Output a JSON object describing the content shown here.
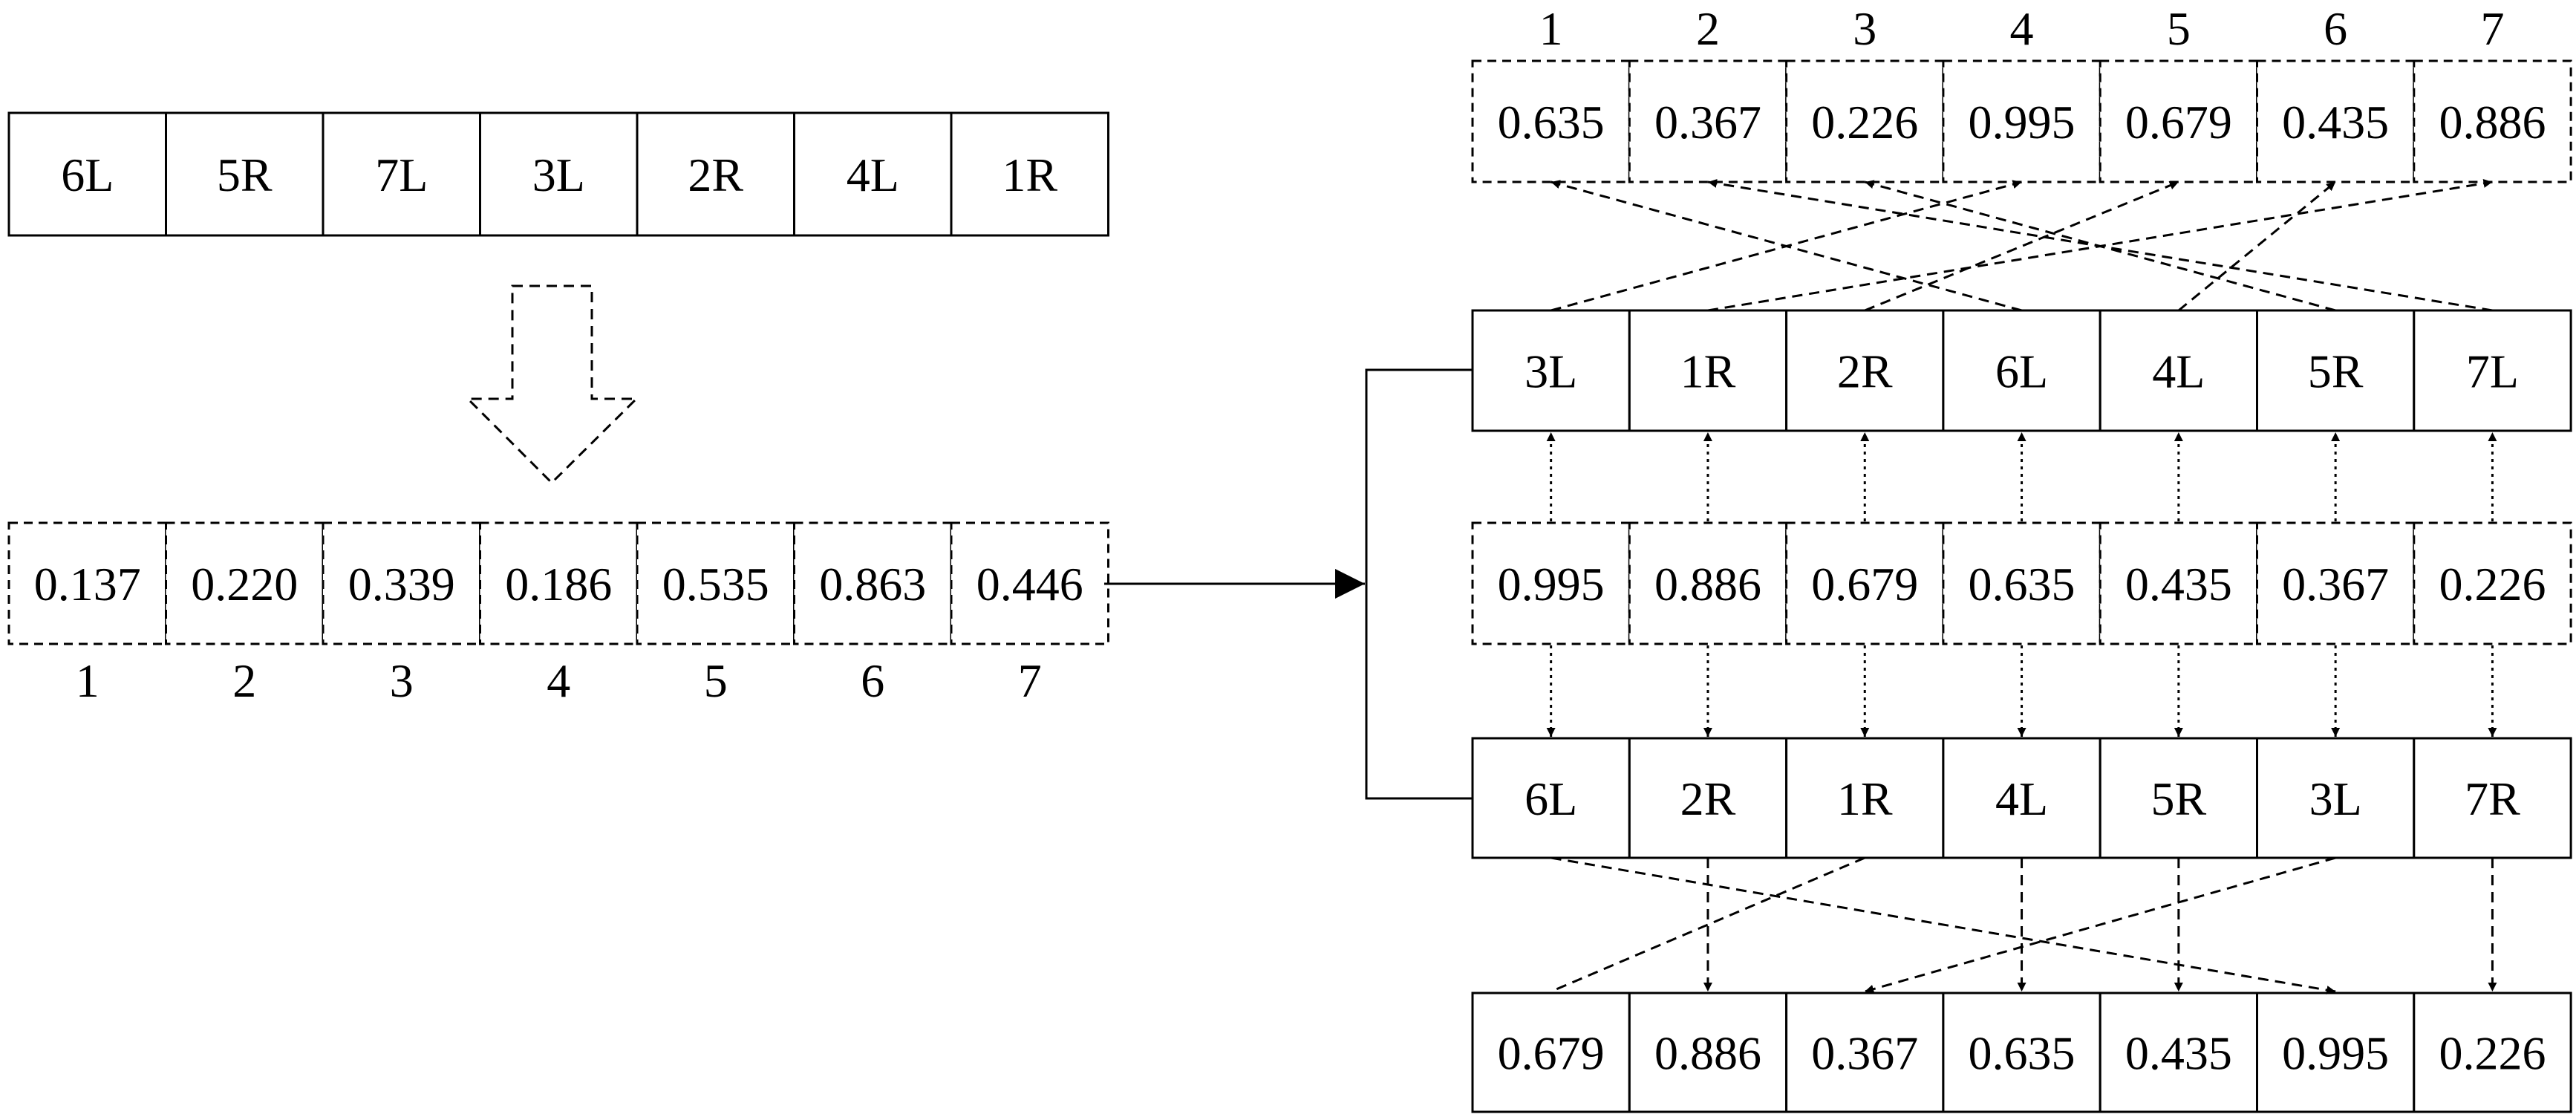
{
  "left": {
    "sequence": [
      "6L",
      "5R",
      "7L",
      "3L",
      "2R",
      "4L",
      "1R"
    ],
    "keys": [
      "0.137",
      "0.220",
      "0.339",
      "0.186",
      "0.535",
      "0.863",
      "0.446"
    ],
    "indices": [
      "1",
      "2",
      "3",
      "4",
      "5",
      "6",
      "7"
    ]
  },
  "right": {
    "top_indices": [
      "1",
      "2",
      "3",
      "4",
      "5",
      "6",
      "7"
    ],
    "top_keys": [
      "0.635",
      "0.367",
      "0.226",
      "0.995",
      "0.679",
      "0.435",
      "0.886"
    ],
    "row_a": [
      "3L",
      "1R",
      "2R",
      "6L",
      "4L",
      "5R",
      "7L"
    ],
    "sorted_keys": [
      "0.995",
      "0.886",
      "0.679",
      "0.635",
      "0.435",
      "0.367",
      "0.226"
    ],
    "row_b": [
      "6L",
      "2R",
      "1R",
      "4L",
      "5R",
      "3L",
      "7R"
    ],
    "bottom_keys": [
      "0.679",
      "0.886",
      "0.367",
      "0.635",
      "0.435",
      "0.995",
      "0.226"
    ]
  },
  "dashed_crossings": {
    "top": [
      [
        1,
        4
      ],
      [
        2,
        7
      ],
      [
        3,
        5
      ],
      [
        4,
        1
      ],
      [
        5,
        6
      ],
      [
        6,
        3
      ],
      [
        7,
        2
      ]
    ],
    "bottom": [
      [
        1,
        6
      ],
      [
        3,
        1
      ],
      [
        6,
        3
      ]
    ]
  },
  "colors": {
    "stroke": "#000000",
    "fill": "#ffffff"
  }
}
